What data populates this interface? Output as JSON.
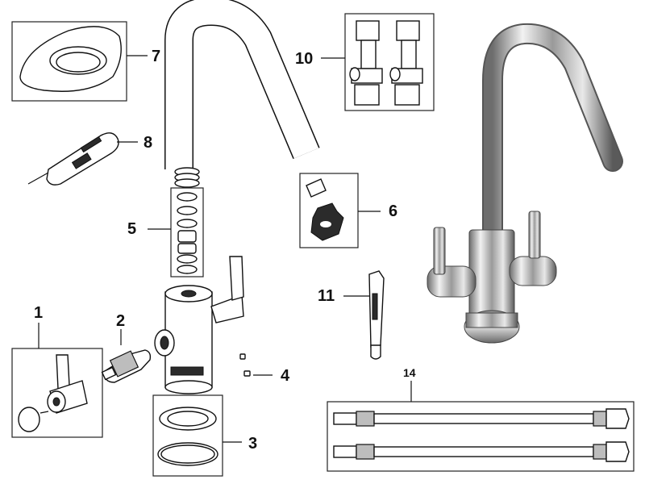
{
  "labels": {
    "p1": "1",
    "p2": "2",
    "p3": "3",
    "p4": "4",
    "p5": "5",
    "p6": "6",
    "p7": "7",
    "p8": "8",
    "p10": "10",
    "p11": "11",
    "p14": "14"
  }
}
